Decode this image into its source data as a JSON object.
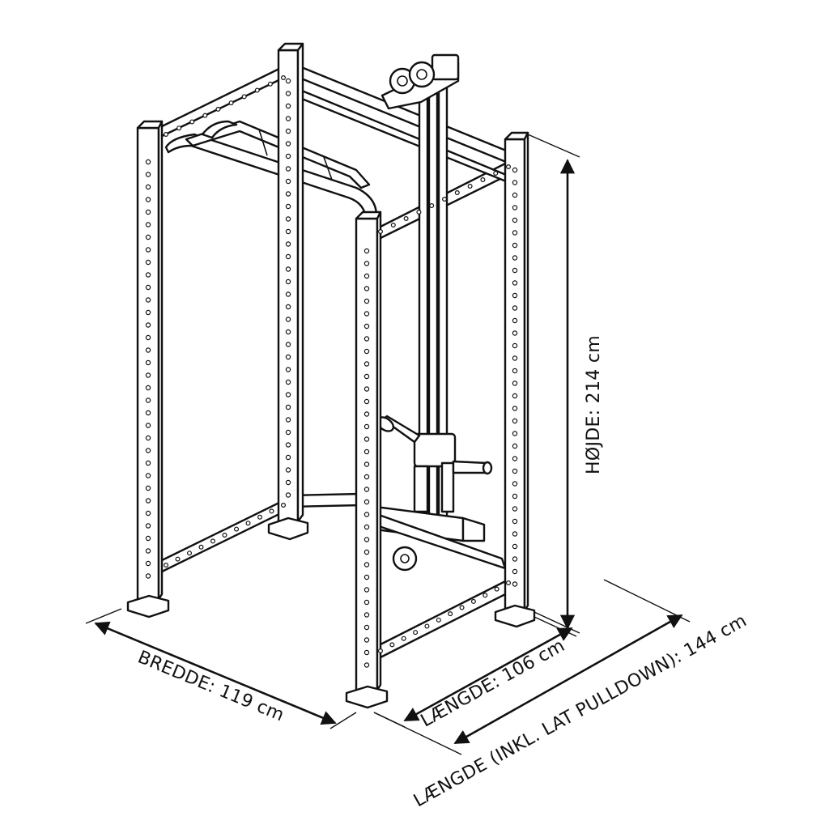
{
  "labels": {
    "width": "BREDDE: 119 cm",
    "length": "LÆNGDE: 106 cm",
    "length_incl": "LÆNGDE (INKL. LAT PULLDOWN): 144 cm",
    "height": "HØJDE: 214 cm"
  },
  "colors": {
    "line": "#111111",
    "background": "#ffffff"
  }
}
